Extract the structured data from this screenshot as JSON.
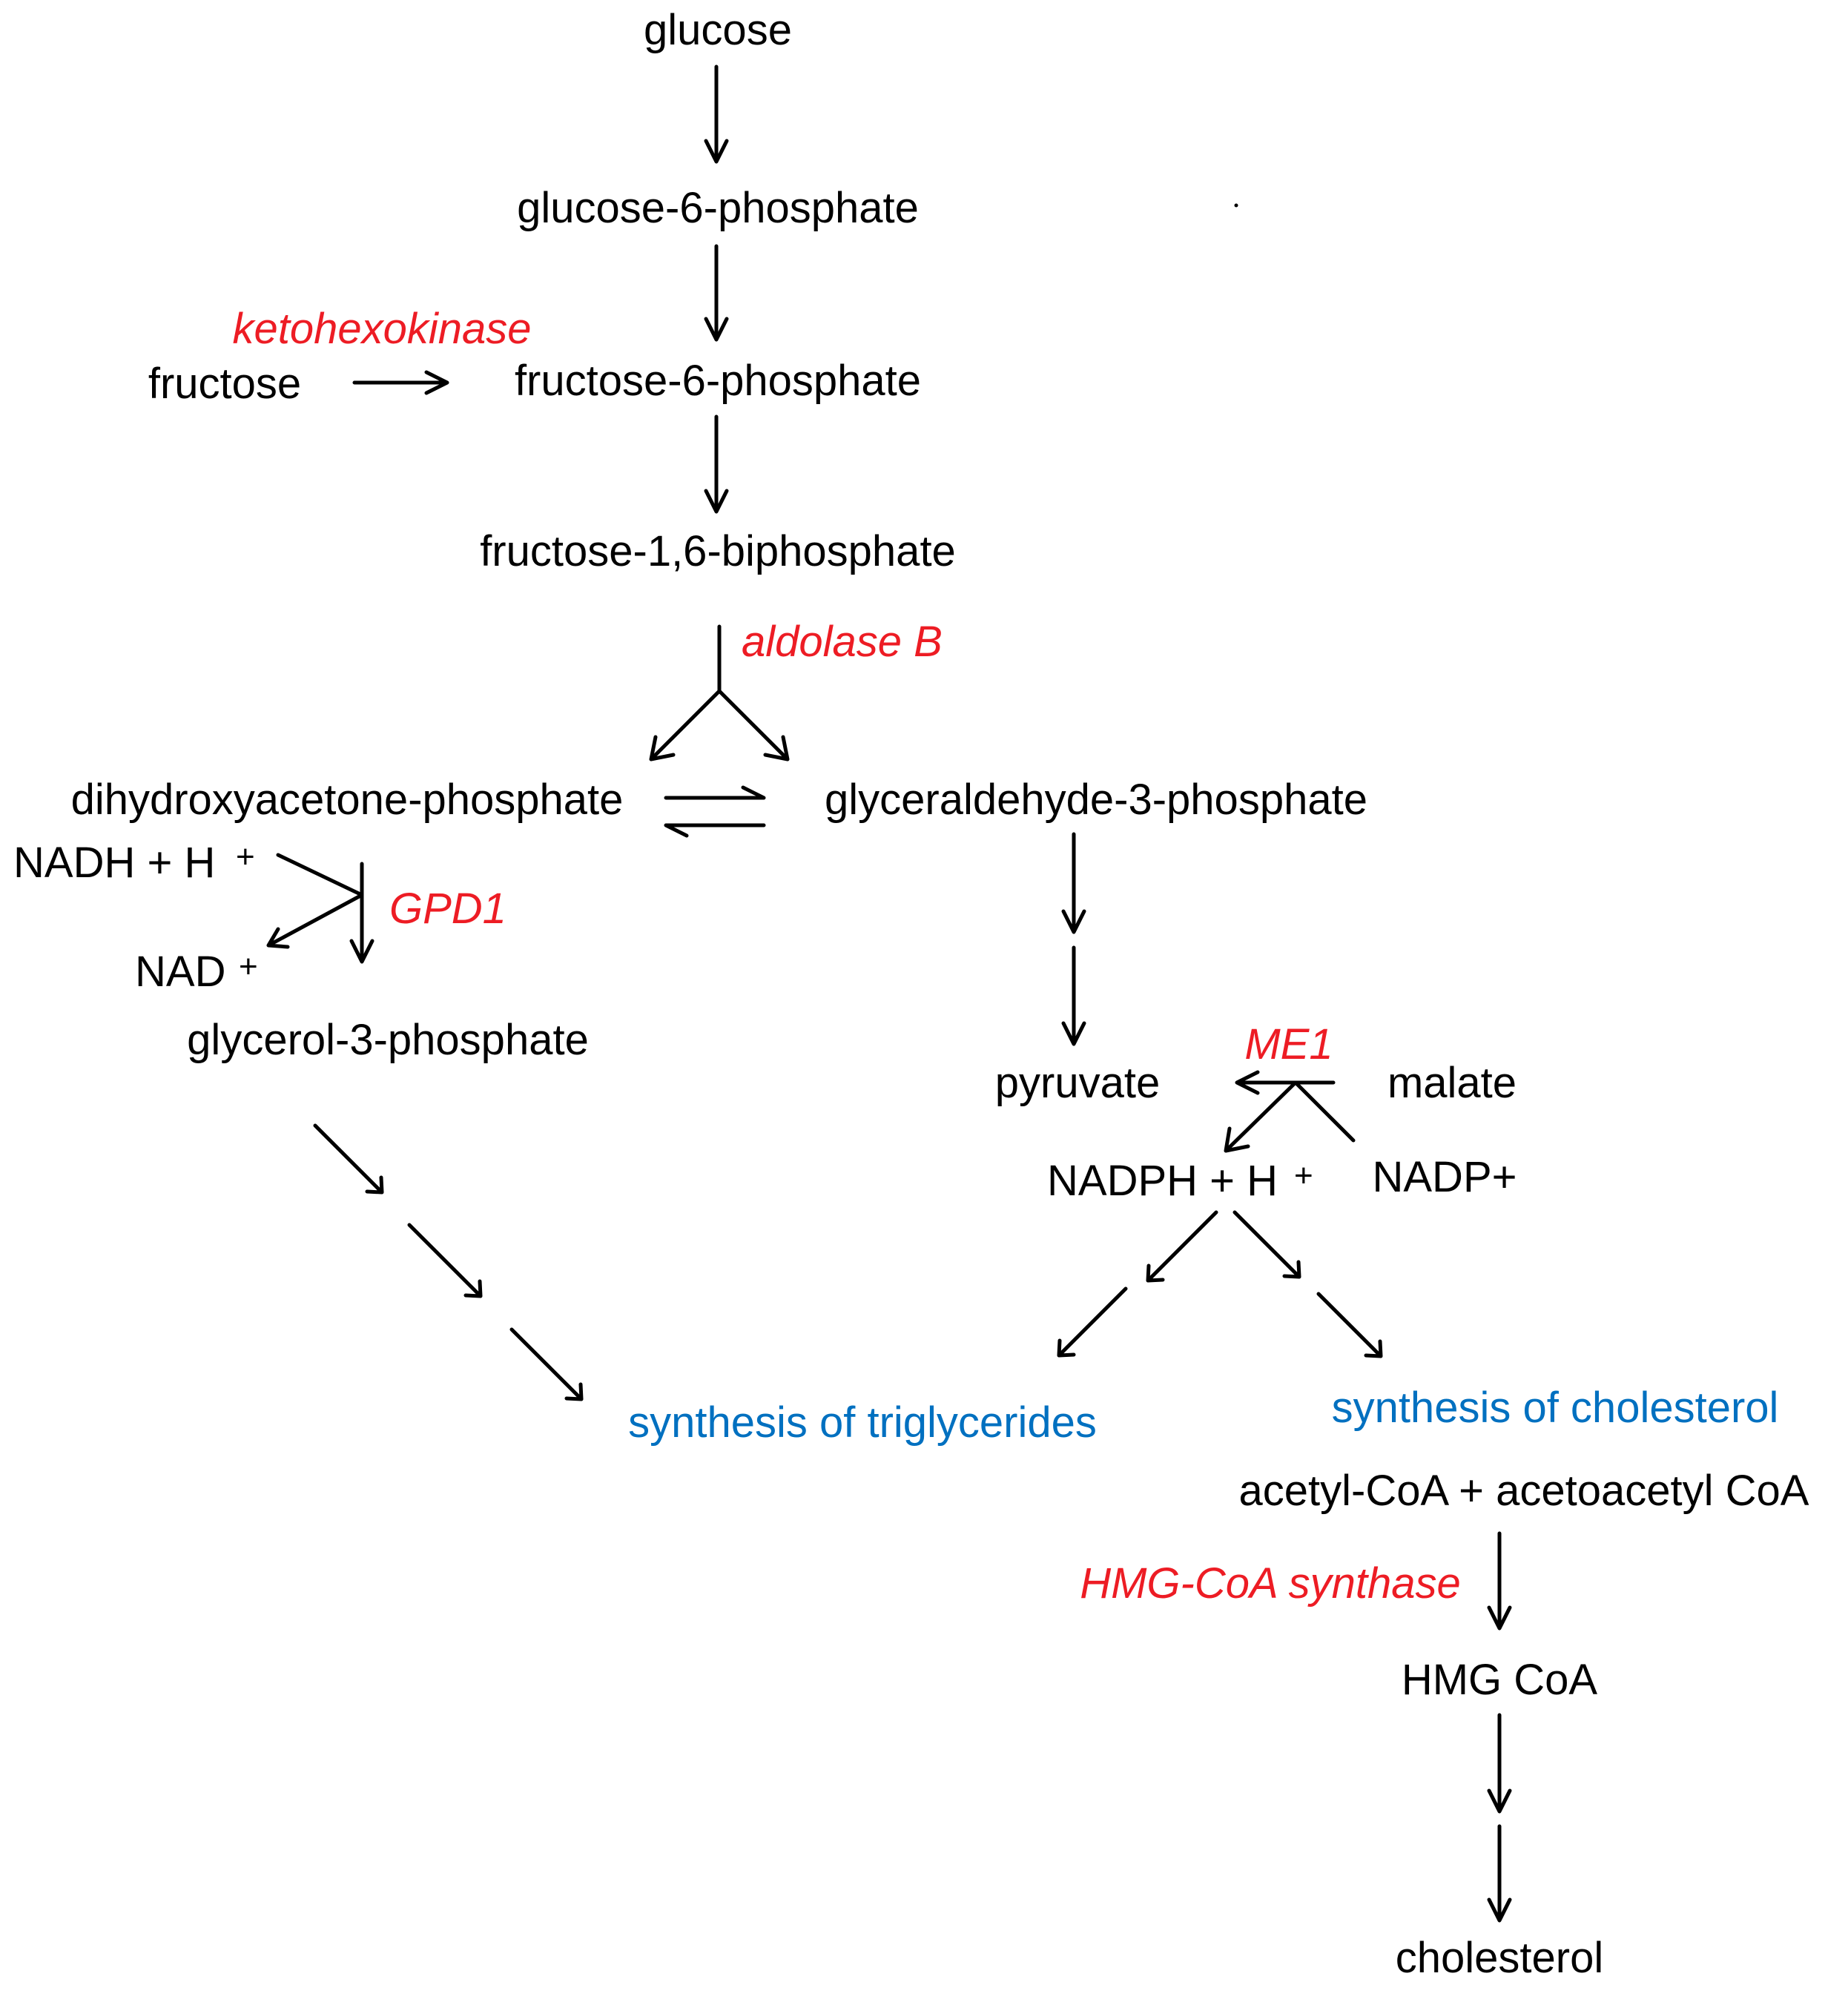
{
  "colors": {
    "metabolite": "#000000",
    "enzyme": "#ed1c24",
    "process": "#0070c0",
    "arrow": "#000000"
  },
  "metabolites": {
    "glucose": "glucose",
    "glucose_6_phosphate": "glucose-6-phosphate",
    "fructose": "fructose",
    "fructose_6_phosphate": "fructose-6-phosphate",
    "fructose_1_6_biphosphate": "fructose-1,6-biphosphate",
    "dihydroxyacetone_phosphate": "dihydroxyacetone-phosphate",
    "glyceraldehyde_3_phosphate": "glyceraldehyde-3-phosphate",
    "nadh": "NADH + H",
    "nadh_sup": "+",
    "nad": "NAD",
    "nad_sup": "+",
    "glycerol_3_phosphate": "glycerol-3-phosphate",
    "pyruvate": "pyruvate",
    "malate": "malate",
    "nadph": "NADPH + H",
    "nadph_sup": "+",
    "nadp": "NADP+",
    "acetyl_coa": "acetyl-CoA + acetoacetyl CoA",
    "hmg_coa": "HMG CoA",
    "cholesterol": "cholesterol"
  },
  "enzymes": {
    "ketohexokinase": "ketohexokinase",
    "aldolase_b": "aldolase B",
    "gpd1": "GPD1",
    "me1": "ME1",
    "hmg_coa_synthase": "HMG-CoA synthase"
  },
  "processes": {
    "triglycerides": "synthesis of triglycerides",
    "cholesterol": "synthesis of cholesterol"
  }
}
